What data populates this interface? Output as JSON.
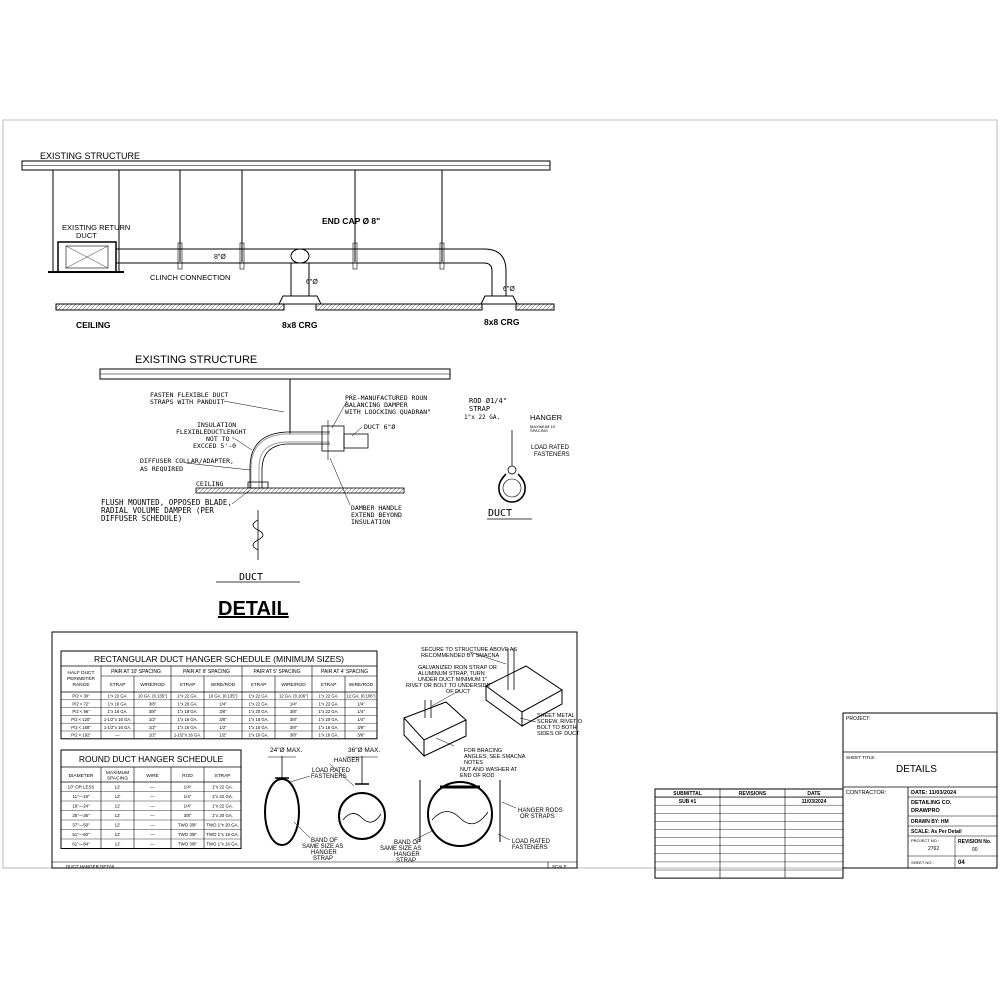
{
  "elevation": {
    "existing_structure": "EXISTING STRUCTURE",
    "existing_return_duct": [
      "EXISTING RETURN",
      "DUCT"
    ],
    "end_cap": "END CAP Ø 8\"",
    "duct_8": "8\"Ø",
    "clinch": "CLINCH CONNECTION",
    "drop_6a": "6\"Ø",
    "drop_6b": "6\"Ø",
    "ceiling": "CEILING",
    "crg_1": "8x8 CRG",
    "crg_2": "8x8 CRG"
  },
  "detail": {
    "existing_structure": "EXISTING STRUCTURE",
    "fasten": [
      "FASTEN FLEXIBLE DUCT",
      "STRAPS WITH PANDUIT"
    ],
    "insulation": [
      "INSULATION",
      "FLEXIBLEDUCTLENGHT",
      "NOT TO",
      "EXCCED 5'-0"
    ],
    "diffuser_collar": [
      "DIFFUSER COLLAR/ADAPTER,",
      "AS REQUIRED"
    ],
    "ceiling": "CEILING",
    "flush": [
      "FLUSH MOUNTED, OPPOSED BLADE,",
      "RADIAL VOLUME DAMPER (PER",
      "DIFFUSER SCHEDULE)"
    ],
    "premanufactured": [
      "PRE-MANUFACTURED ROUN",
      "BALANCING DAMPER",
      "WITH LOOCKING QUADRAN\""
    ],
    "duct_6": "DUCT 6\"Ø",
    "damper_handle": [
      "DAMBER HANDLE",
      "EXTEND BEYOND",
      "INSULATION"
    ],
    "duct_caption": "DUCT",
    "detail_title": "DETAIL"
  },
  "hanger_detail": {
    "rod": [
      "ROD Ø1/4\"",
      "STRAP",
      "1\"x 22 GA."
    ],
    "hanger": "HANGER",
    "max_spacing": [
      "MAXIMUM 10'",
      "SPACING"
    ],
    "load_rated": [
      "LOAD RATED",
      "FASTENERS"
    ],
    "duct_caption": "DUCT"
  },
  "rect_schedule": {
    "title": "RECTANGULAR DUCT HANGER SCHEDULE (MINIMUM SIZES)",
    "first_header": [
      "HALF DUCT",
      "PERIMETER",
      "RANGE"
    ],
    "spacing_headers": [
      "PAIR AT 10' SPACING",
      "PAIR AT 8' SPACING",
      "PAIR AT 5' SPACING",
      "PAIR AT 4' SPACING"
    ],
    "sub_headers": [
      "STRAP",
      "WIRE/ROD",
      "STRAP",
      "WIRE/ROD",
      "STRAP",
      "WIRE/ROD",
      "STRAP",
      "WIRE/ROD"
    ],
    "rows": [
      [
        "P/2 < 30\"",
        "1\"x 22 GA.",
        "10 GA. (0.135\")",
        "1\"x 22 GA.",
        "10 GA. (0.135\")",
        "1\"x 22 GA.",
        "12 GA. (0.106\")",
        "1\"x 22 GA.",
        "12 GA. (0.106\")"
      ],
      [
        "P/2 < 72\"",
        "1\"x 18 GA.",
        "3/8\"",
        "1\"x 20 GA.",
        "1/4\"",
        "1\"x 22 GA.",
        "1/4\"",
        "1\"x 22 GA.",
        "1/4\""
      ],
      [
        "P/2 < 96\"",
        "1\"x 16 GA.",
        "3/8\"",
        "1\"x 18 GA.",
        "3/8\"",
        "1\"x 20 GA.",
        "3/8\"",
        "1\"x 22 GA.",
        "1/4\""
      ],
      [
        "P/2 < 120\"",
        "1-1/2\"x 16 GA.",
        "1/2\"",
        "1\"x 16 GA.",
        "3/8\"",
        "1\"x 18 GA.",
        "3/8\"",
        "1\"x 20 GA.",
        "1/4\""
      ],
      [
        "P/2 < 168\"",
        "1-1/2\"x 16 GA.",
        "1/2\"",
        "1\"x 16 GA.",
        "1/2\"",
        "1\"x 16 GA.",
        "3/8\"",
        "1\"x 18 GA.",
        "3/8\""
      ],
      [
        "P/2 < 192\"",
        "—",
        "1/2\"",
        "1-1/2\"x 16 GA.",
        "1/2\"",
        "1\"x 16 GA.",
        "3/8\"",
        "1\"x 16 GA.",
        "3/8\""
      ]
    ]
  },
  "round_schedule": {
    "title": "ROUND DUCT HANGER SCHEDULE",
    "headers": [
      "DIAMETER",
      "MAXIMUM SPACING",
      "WIRE",
      "ROD",
      "STRAP"
    ],
    "rows": [
      [
        "10\" OR LESS",
        "12'",
        "—",
        "1/4\"",
        "1\"x 22 GA."
      ],
      [
        "11\"—18\"",
        "12'",
        "—",
        "1/4\"",
        "1\"x 22 GA."
      ],
      [
        "19\"—24\"",
        "12'",
        "—",
        "1/4\"",
        "1\"x 22 GA."
      ],
      [
        "25\"—36\"",
        "12'",
        "—",
        "3/8\"",
        "1\"x 20 GA."
      ],
      [
        "37\"—50\"",
        "12'",
        "—",
        "TWO 3/8\"",
        "TWO 1\"x 20 GA."
      ],
      [
        "51\"—60\"",
        "12'",
        "—",
        "TWO 3/8\"",
        "TWO 1\"x 18 GA."
      ],
      [
        "61\"—84\"",
        "12'",
        "—",
        "TWO 3/8\"",
        "TWO 1\"x 16 GA."
      ]
    ]
  },
  "round_hangers": {
    "max_24": "24\"Ø MAX.",
    "max_36": "36\"Ø MAX.",
    "hanger": "HANGER",
    "load_rated": [
      "LOAD RATED",
      "FASTENERS"
    ],
    "band1": [
      "BAND OF",
      "SAME SIZE AS",
      "HANGER",
      "STRAP"
    ],
    "band2": [
      "BAND OF",
      "SAME SIZE AS",
      "HANGER",
      "STRAP"
    ],
    "hanger_rods": [
      "HANGER RODS",
      "OR STRAPS"
    ],
    "load_rated2": [
      "LOAD RATED",
      "FASTENERS"
    ]
  },
  "rect_hanger_iso": {
    "secure": [
      "SECURE TO STRUCTURE ABOVE AS",
      "RECOMMENDED BY SMACNA"
    ],
    "galvanized": [
      "GALVANIZED IRON STRAP OR",
      "ALUMINUM STRAP, TURN",
      "UNDER DUCT MINIMUM 1\"",
      "RIVET OR BOLT TO UNDERSIDE",
      "OF DUCT"
    ],
    "sheet_metal": [
      "SHEET METAL",
      "SCREW, RIVET O",
      "BOLT TO BOTH",
      "SIDES OF DUCT"
    ],
    "bracing": [
      "FOR BRACING",
      "ANGLES, SEE SMACNA",
      "NOTES"
    ],
    "nut": [
      "NUT AND WASHER AT",
      "END OF ROD"
    ]
  },
  "bottom_strip": {
    "left": "DUCT HANGER DETAIL",
    "right": "SCALE"
  },
  "title_block": {
    "project_label": "PROJECT:",
    "sheet_title_label": "SHEET TITLE:",
    "sheet_title": "DETAILS",
    "contractor_label": "CONTRACTOR:",
    "date": "DATE:  11/03/2024",
    "detailing_co": "DETAILING CO.",
    "drawpro": "DRAWPRO",
    "drawn_by": "DRAWN BY: HM",
    "scale": "SCALE: As Per Detail",
    "project_no_label": "PROJECT NO.:",
    "project_no": "2762",
    "revision_no_label": "REVISION No.",
    "revision_no": "00",
    "sheet_no_label": "SHEET NO.:",
    "sheet_no": "04"
  },
  "submittal_table": {
    "headers": [
      "SUBMITTAL",
      "REVISIONS",
      "DATE"
    ],
    "rows": [
      [
        "SUB #1",
        "",
        "11/03/2024"
      ]
    ]
  }
}
